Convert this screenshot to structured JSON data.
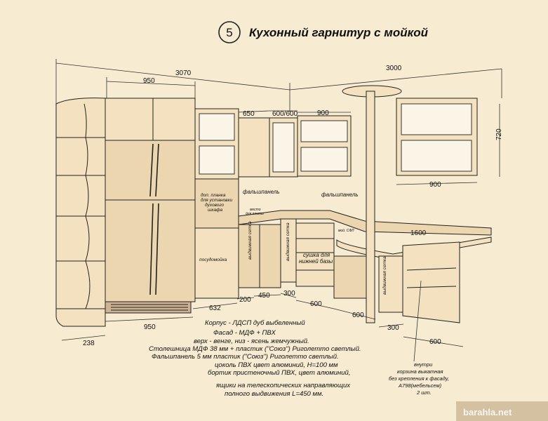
{
  "title": {
    "number": "5",
    "text": "Кухонный гарнитур с мойкой"
  },
  "dimensions": {
    "total_left": "3070",
    "total_right": "3000",
    "d950_top": "950",
    "d650": "650",
    "d600_600": "600/600",
    "d900_top": "900",
    "d720": "720",
    "d900_right": "900",
    "d1600": "1600",
    "d238": "238",
    "d950_bottom": "950",
    "d632": "632",
    "d200": "200",
    "d450": "450",
    "d300_a": "300",
    "d600_a": "600",
    "d600_b": "600",
    "d300_b": "300",
    "d600_c": "600"
  },
  "labels": {
    "falshpanel_1": "фальшпанель",
    "falshpanel_2": "фальшпанель",
    "oven_niche": [
      "доп. планка",
      "для установки",
      "духового",
      "шкафа"
    ],
    "dishwasher": "посудомойка",
    "bottle_rack_1": "выдвижная сетка",
    "bottle_rack_2": "выдвижная сетка",
    "bottle_rack_3": "выдвижная сетка",
    "dryer": [
      "сушка для",
      "нижней базы"
    ],
    "hob": [
      "место",
      "для плиты"
    ],
    "sink_area": "мой. СФЛ"
  },
  "notes": [
    "Корпус - ЛДСП дуб выбеленный",
    "Фасад - МДФ + ПВХ",
    "верх - венге, низ - ясень жемчужный.",
    "Столешница МДФ 38 мм + пластик (\"Союз\") Риголетто светлый.",
    "Фальшпанель 5 мм пластик (\"Союз\") Риголетто светлый.",
    "цоколь ПВХ цвет алюминий, Н=100 мм",
    "бортик пристеночный ПВХ, цвет алюминий,",
    "",
    "ящики на телескопических направляющих",
    "полного выдвижения L=450 мм."
  ],
  "inner_note": [
    "внутри",
    "корзина выкатная",
    "без крепления к фасаду,",
    "A798(мебельсем)",
    "2 шт."
  ],
  "watermark": "barahla.net",
  "colors": {
    "background": "#f7ebd2",
    "lines": "#222222",
    "cabinet": "#f3e1c0"
  }
}
